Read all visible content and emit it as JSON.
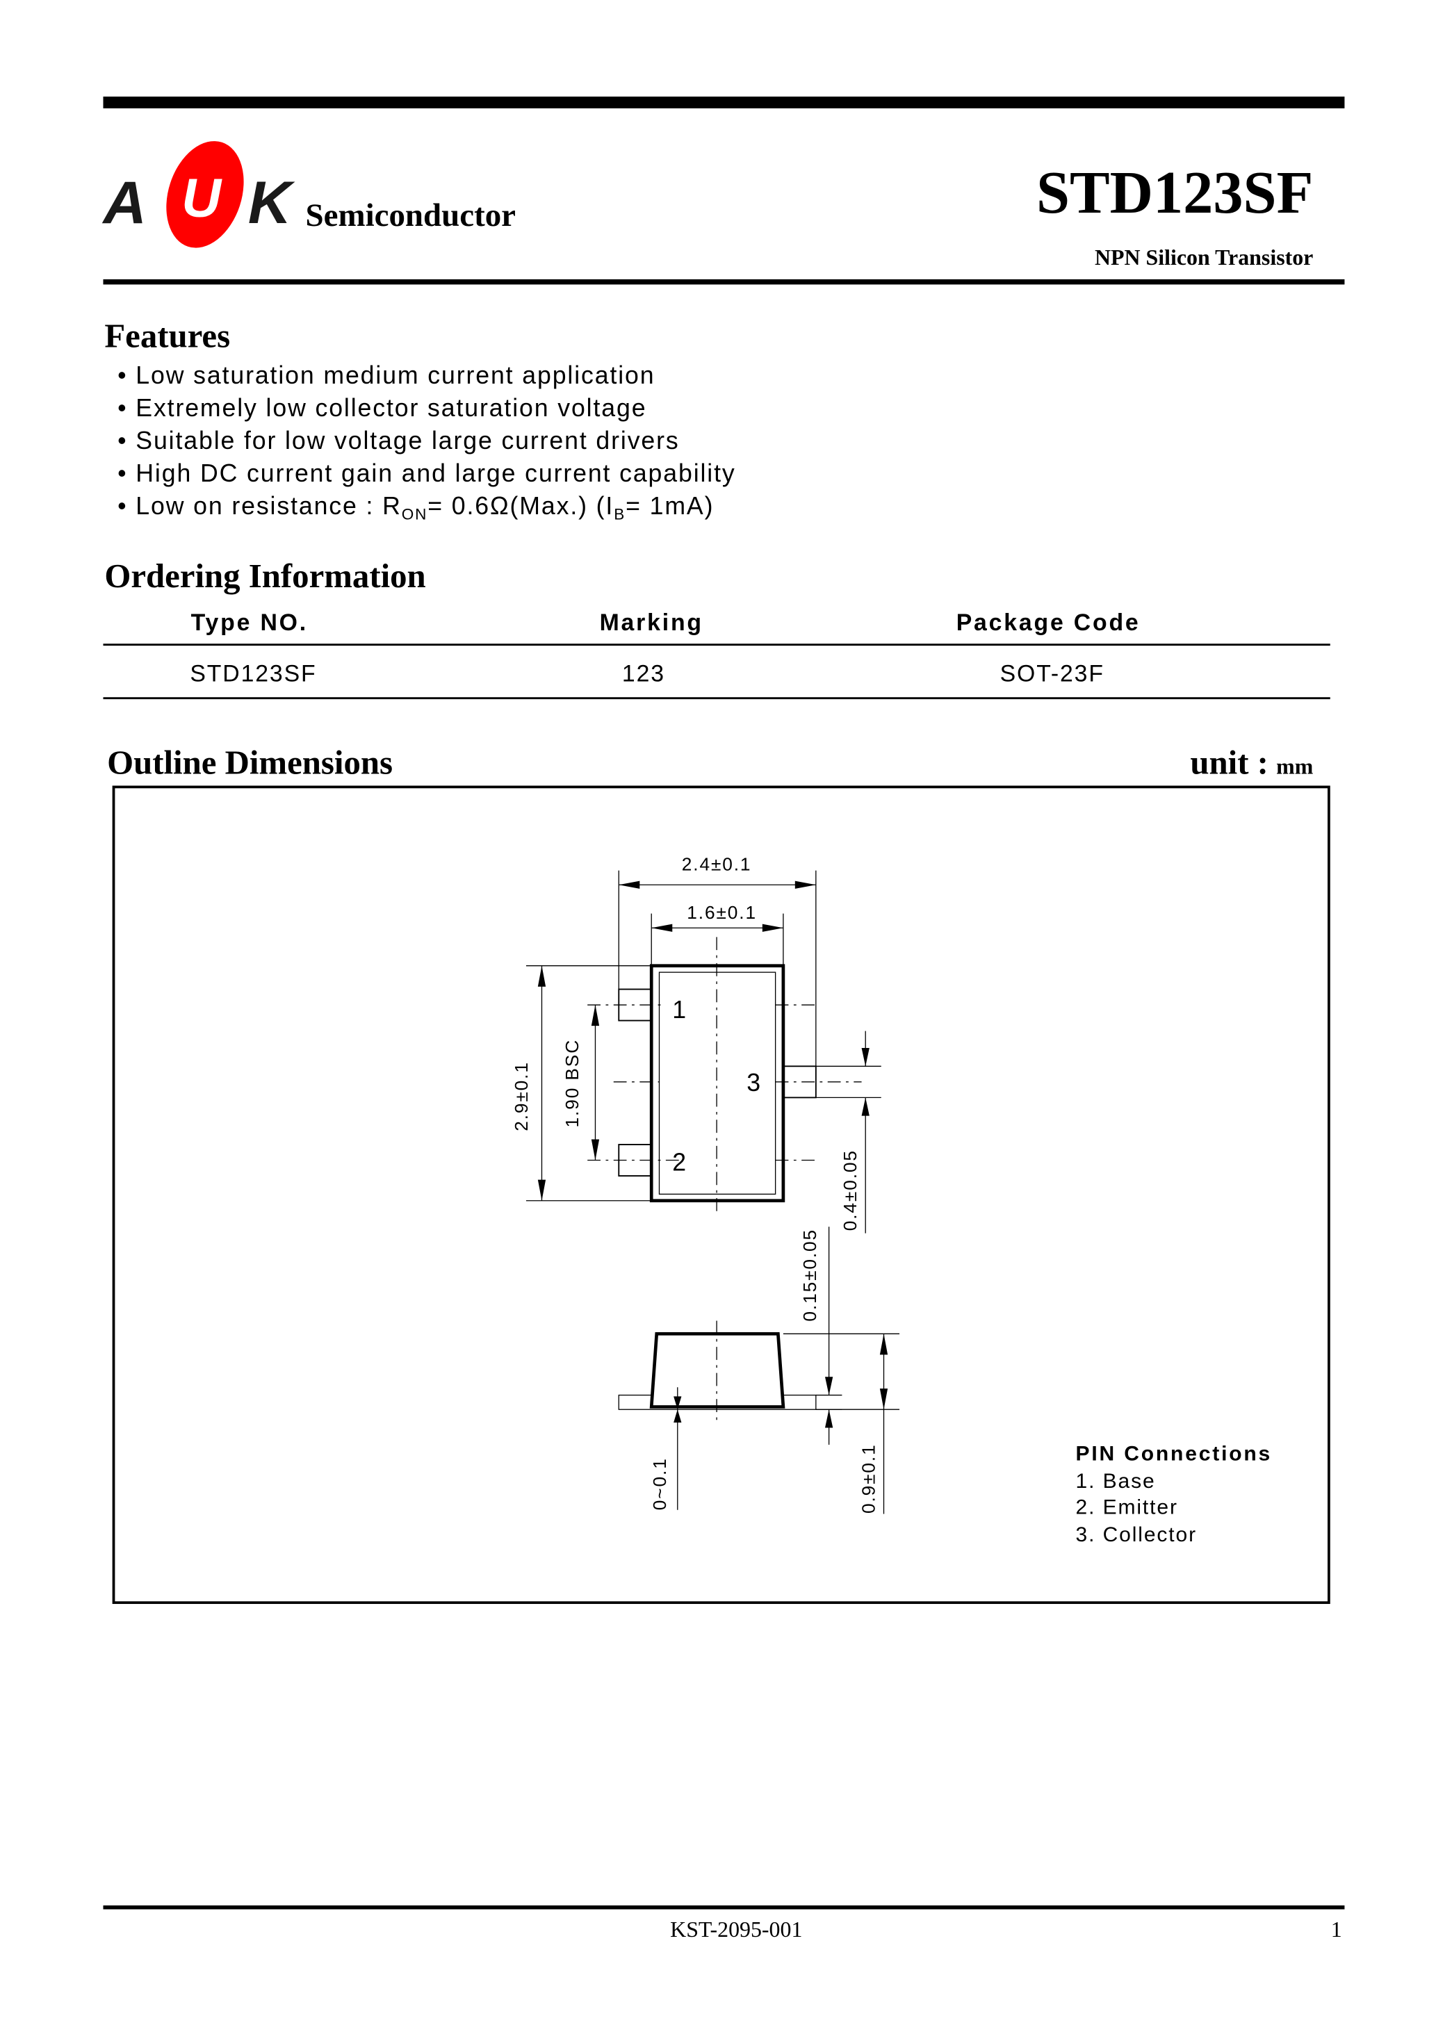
{
  "header": {
    "logo_letters": [
      "A",
      "U",
      "K"
    ],
    "logo_word": "Semiconductor",
    "part_number": "STD123SF",
    "subtitle": "NPN Silicon Transistor",
    "brand_color": "#ff0000"
  },
  "features": {
    "title": "Features",
    "items": [
      "Low saturation medium current application",
      "Extremely low collector saturation voltage",
      "Suitable for low voltage large current drivers",
      "High DC current gain and large current capability"
    ],
    "last_item": {
      "prefix": "Low on resistance : R",
      "sub1": "ON",
      "mid": "= 0.6Ω(Max.) (I",
      "sub2": "B",
      "suffix": "= 1mA)"
    }
  },
  "ordering": {
    "title": "Ordering Information",
    "columns": [
      "Type NO.",
      "Marking",
      "Package Code"
    ],
    "rows": [
      [
        "STD123SF",
        "123",
        "SOT-23F"
      ]
    ]
  },
  "outline": {
    "title": "Outline Dimensions",
    "unit_label": "unit :",
    "unit": "mm",
    "dims": {
      "overall_width": "2.4±0.1",
      "body_width": "1.6±0.1",
      "length": "2.9±0.1",
      "pitch": "1.90 BSC",
      "lead_width": "0.4±0.05",
      "lead_thickness": "0.15±0.05",
      "standoff": "0~0.1",
      "height": "0.9±0.1"
    },
    "pin_numbers": [
      "1",
      "2",
      "3"
    ],
    "pin_connections": {
      "title": "PIN Connections",
      "items": [
        "1. Base",
        "2. Emitter",
        "3. Collector"
      ]
    }
  },
  "footer": {
    "doc_number": "KST-2095-001",
    "page": "1"
  }
}
